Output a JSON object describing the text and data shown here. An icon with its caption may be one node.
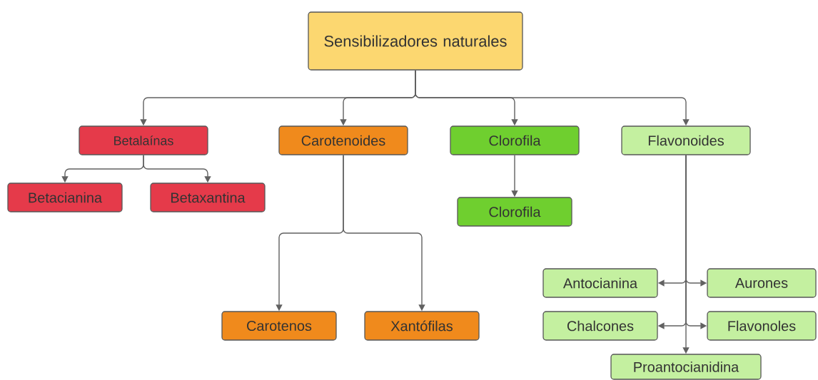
{
  "diagram": {
    "nodes": [
      {
        "text": [
          "Sensibilizadores naturales"
        ]
      },
      {
        "text": [
          "Betalaínas"
        ]
      },
      {
        "text": [
          "Carotenoides"
        ]
      },
      {
        "text": [
          "Clorofila"
        ]
      },
      {
        "text": [
          "Flavonoides"
        ]
      },
      {
        "text": [
          "Betacianina"
        ]
      },
      {
        "text": [
          "Betaxantina"
        ]
      },
      {
        "text": [
          "Clorofila"
        ]
      },
      {
        "text": [
          "Carotenos"
        ]
      },
      {
        "text": [
          "Xantófilas"
        ]
      },
      {
        "text": [
          "Antocianina"
        ]
      },
      {
        "text": [
          "Aurones"
        ]
      },
      {
        "text": [
          "Chalcones"
        ]
      },
      {
        "text": [
          "Flavonoles"
        ]
      },
      {
        "text": [
          "Proantocianidina"
        ]
      }
    ],
    "edges": [
      {
        "from": 0,
        "to": 1,
        "arrow": "to"
      },
      {
        "from": 0,
        "to": 2,
        "arrow": "to"
      },
      {
        "from": 0,
        "to": 3,
        "arrow": "to"
      },
      {
        "from": 0,
        "to": 4,
        "arrow": "to"
      },
      {
        "from": 1,
        "to": 5,
        "arrow": "to"
      },
      {
        "from": 1,
        "to": 6,
        "arrow": "to"
      },
      {
        "from": 2,
        "to": 8,
        "arrow": "to"
      },
      {
        "from": 2,
        "to": 9,
        "arrow": "to"
      },
      {
        "from": 3,
        "to": 7,
        "arrow": "to"
      },
      {
        "from": 4,
        "to": 10,
        "arrow": "to"
      },
      {
        "from": 4,
        "to": 11,
        "arrow": "to"
      },
      {
        "from": 4,
        "to": 12,
        "arrow": "to"
      },
      {
        "from": 4,
        "to": 13,
        "arrow": "to"
      },
      {
        "from": 4,
        "to": 14,
        "arrow": "to"
      }
    ]
  }
}
